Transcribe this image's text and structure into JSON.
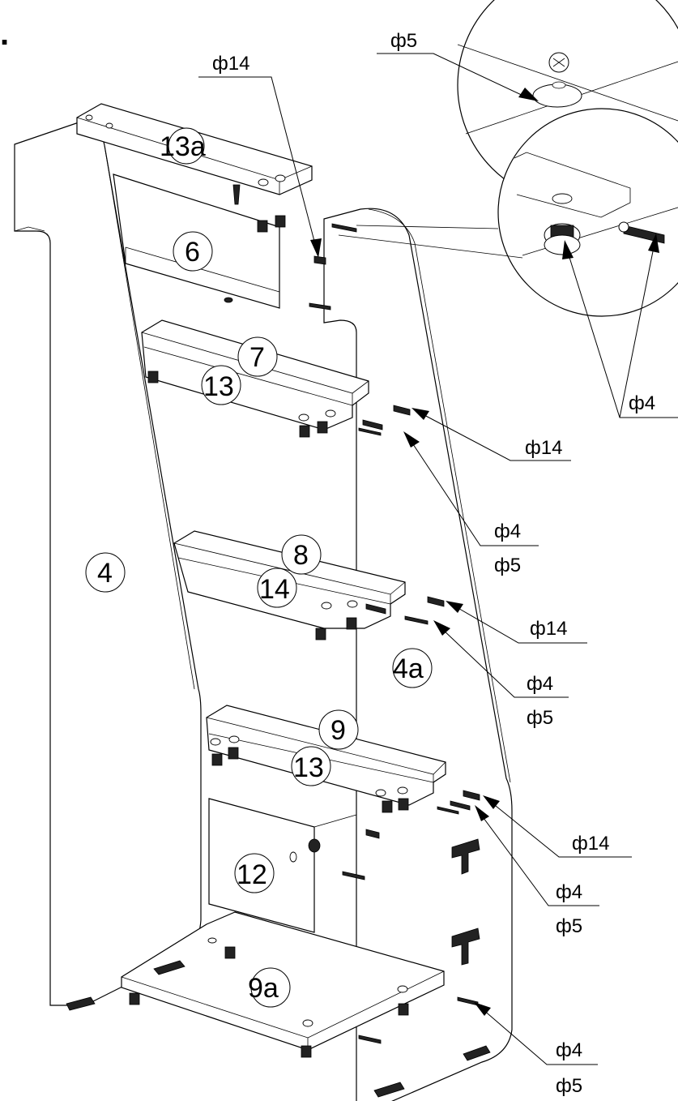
{
  "figure": {
    "step_marker": "."
  },
  "parts": [
    {
      "id": "part-13a",
      "label": "13a"
    },
    {
      "id": "part-6",
      "label": "6"
    },
    {
      "id": "part-7",
      "label": "7"
    },
    {
      "id": "part-13-upper",
      "label": "13"
    },
    {
      "id": "part-4",
      "label": "4"
    },
    {
      "id": "part-8",
      "label": "8"
    },
    {
      "id": "part-14",
      "label": "14"
    },
    {
      "id": "part-4a",
      "label": "4a"
    },
    {
      "id": "part-9",
      "label": "9"
    },
    {
      "id": "part-13-lower",
      "label": "13"
    },
    {
      "id": "part-12",
      "label": "12"
    },
    {
      "id": "part-9a",
      "label": "9a"
    }
  ],
  "callouts": [
    {
      "id": "callout-phi5-detail",
      "label": "ф5"
    },
    {
      "id": "callout-phi14-top",
      "label": "ф14"
    },
    {
      "id": "callout-phi4-detail",
      "label": "ф4"
    },
    {
      "id": "callout-phi14-row1",
      "label": "ф14"
    },
    {
      "id": "callout-phi4-row1",
      "label": "ф4"
    },
    {
      "id": "callout-phi5-row1",
      "label": "ф5"
    },
    {
      "id": "callout-phi14-row2",
      "label": "ф14"
    },
    {
      "id": "callout-phi4-row2",
      "label": "ф4"
    },
    {
      "id": "callout-phi5-row2",
      "label": "ф5"
    },
    {
      "id": "callout-phi14-row3",
      "label": "ф14"
    },
    {
      "id": "callout-phi4-row3",
      "label": "ф4"
    },
    {
      "id": "callout-phi5-row3",
      "label": "ф5"
    },
    {
      "id": "callout-phi4-bottom",
      "label": "ф4"
    },
    {
      "id": "callout-phi5-bottom",
      "label": "ф5"
    }
  ]
}
